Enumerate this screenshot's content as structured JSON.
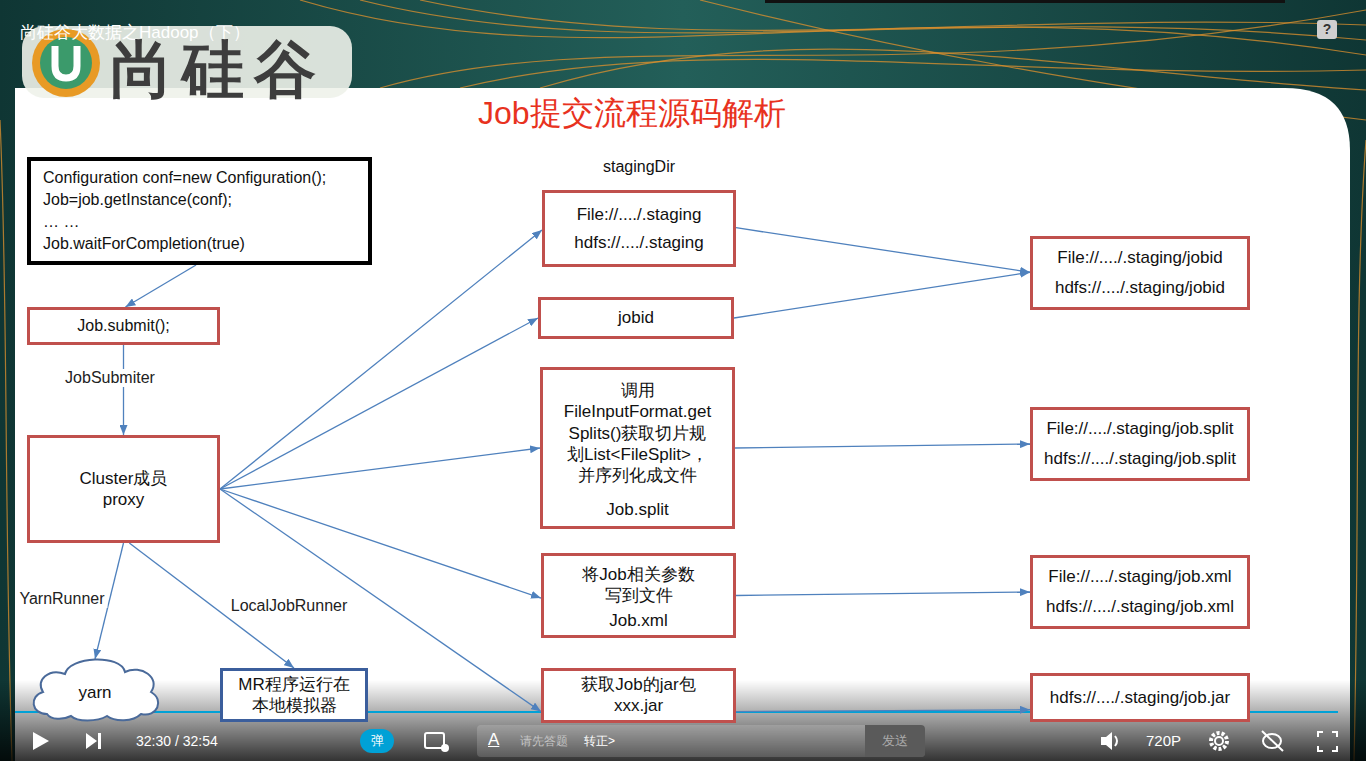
{
  "diagram": {
    "title": "Job提交流程源码解析",
    "nodes": [
      {
        "text": [
          "Configuration conf=new Configuration();",
          "Job=job.getInstance(conf);",
          "… …",
          "Job.waitForCompletion(true)"
        ]
      },
      {
        "text": [
          "Job.submit();"
        ]
      },
      {
        "text": [
          "Cluster成员 proxy"
        ]
      },
      {
        "text": [
          "yarn"
        ]
      },
      {
        "text": [
          "MR程序运行在 本地模拟器"
        ]
      },
      {
        "text": [
          "stagingDir",
          "File://..../.staging",
          "hdfs://..../.staging"
        ]
      },
      {
        "text": [
          "jobid"
        ]
      },
      {
        "text": [
          "调用 FileInputFormat.get Splits()获取切片规 划List<FileSplit>， 并序列化成文件",
          "Job.split"
        ]
      },
      {
        "text": [
          "将Job相关参数 写到文件",
          "Job.xml"
        ]
      },
      {
        "text": [
          "获取Job的jar包",
          "xxx.jar"
        ]
      },
      {
        "text": [
          "File://..../.staging/jobid",
          "hdfs://..../.staging/jobid"
        ]
      },
      {
        "text": [
          "File://..../.staging/job.split",
          "hdfs://..../.staging/job.split"
        ]
      },
      {
        "text": [
          "File://..../.staging/job.xml",
          "hdfs://..../.staging/job.xml"
        ]
      },
      {
        "text": [
          "hdfs://..../.staging/job.jar"
        ]
      },
      {
        "text": [
          "?"
        ]
      },
      {
        "text": [
          "弹"
        ]
      },
      {
        "text": [
          "请先答题",
          "转正>"
        ]
      },
      {
        "text": [
          "发送"
        ],
        "in": 16
      }
    ],
    "edges": [
      {
        "from": 0,
        "to": 1,
        "arrow": "to"
      },
      {
        "from": 1,
        "to": 2,
        "label": "JobSubmiter",
        "arrow": "to"
      },
      {
        "from": 2,
        "to": 3,
        "label": "YarnRunner",
        "arrow": "to"
      },
      {
        "from": 2,
        "to": 4,
        "label": "LocalJobRunner",
        "arrow": "to"
      },
      {
        "from": 2,
        "to": 5,
        "arrow": "to"
      },
      {
        "from": 2,
        "to": 6,
        "arrow": "to"
      },
      {
        "from": 2,
        "to": 7,
        "arrow": "to"
      },
      {
        "from": 2,
        "to": 8,
        "arrow": "to"
      },
      {
        "from": 2,
        "to": 9,
        "arrow": "to"
      },
      {
        "from": 5,
        "to": 10,
        "arrow": "to"
      },
      {
        "from": 6,
        "to": 10,
        "arrow": "to"
      },
      {
        "from": 7,
        "to": 11,
        "arrow": "to"
      },
      {
        "from": 8,
        "to": 12,
        "arrow": "to"
      },
      {
        "from": 9,
        "to": 13,
        "arrow": "to"
      }
    ],
    "labels": [
      "尚硅谷大数据之Hadoop（下）",
      "尚硅谷",
      "A",
      "32:30 / 32:54",
      "720P"
    ]
  }
}
